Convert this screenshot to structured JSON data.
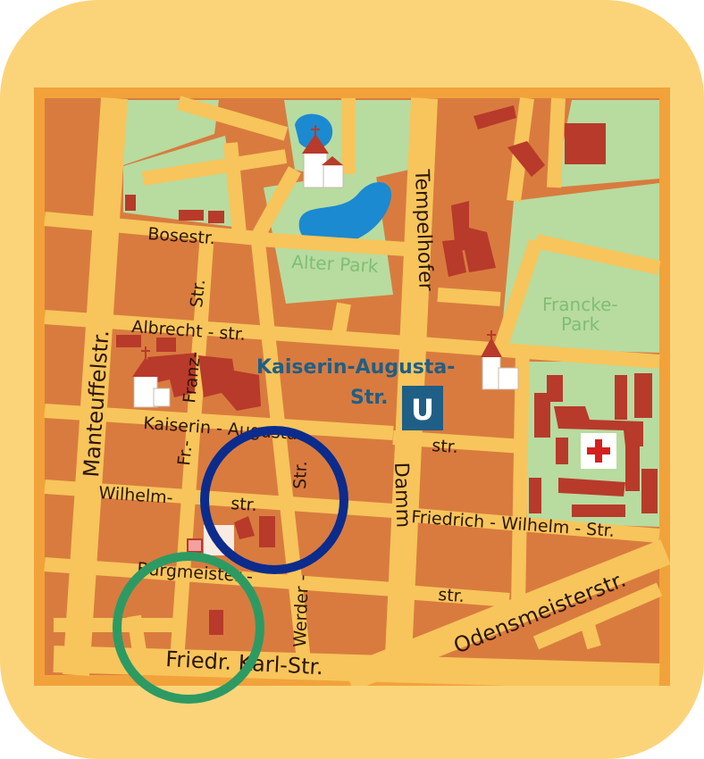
{
  "map": {
    "streets": {
      "bose": "Bosestr.",
      "albrecht": "Albrecht - str.",
      "franz": "Franz-",
      "franz_str": "Str.",
      "manteuffel": "Manteuffelstr.",
      "kaiserin": "Kaiserin - Augusta -",
      "kaiserin_str": "str.",
      "fr": "Fr.-",
      "wilhelm": "Wilhelm-",
      "wilhelm_str": "str.",
      "werder": "Werder -",
      "werder_str": "Str.",
      "tempelhofer": "Tempelhofer",
      "damm": "Damm",
      "friedrich_wilhelm": "Friedrich - Wilhelm - Str.",
      "burgmeister": "Burgmeister -",
      "burgmeister_str": "str.",
      "odensmeister": "Odensmeisterstr.",
      "friedr_karl": "Friedr. Karl-Str."
    },
    "parks": {
      "alter": "Alter Park",
      "francke_1": "Francke-",
      "francke_2": "Park"
    },
    "station": {
      "name_1": "Kaiserin-Augusta-",
      "name_2": "Str.",
      "symbol": "U"
    },
    "icons": [
      "church-icon",
      "hospital-cross-icon",
      "u-bahn-icon"
    ],
    "colors": {
      "tile_bg": "#fbd47a",
      "block": "#d97b3f",
      "road": "#f7c55b",
      "park": "#b8dba0",
      "water": "#1b8ad0",
      "building": "#b83a2a",
      "marker_blue": "#0b2c8c",
      "marker_green": "#2d9a63"
    }
  }
}
